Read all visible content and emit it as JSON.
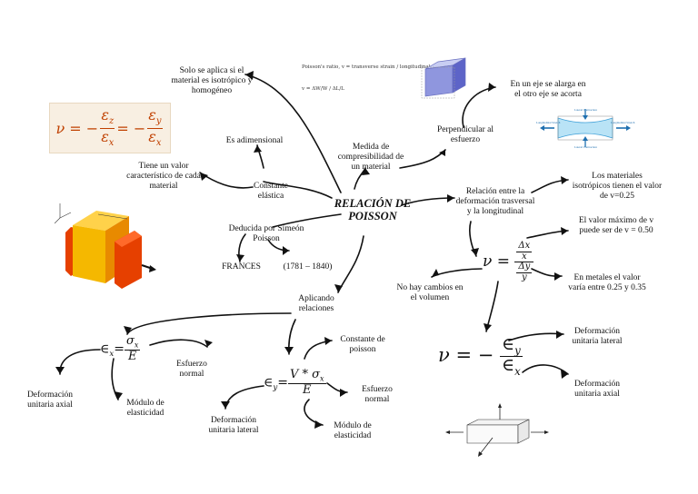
{
  "center": {
    "line1": "RELACIÓN DE",
    "line2": "POISSON"
  },
  "nodes": {
    "isotropic": {
      "l1": "Solo se aplica si el",
      "l2": "material es isotrópico y",
      "l3": "homogéneo"
    },
    "adim": "Es adimensional",
    "value": {
      "l1": "Tiene un valor",
      "l2": "característico de cada",
      "l3": "material"
    },
    "const": {
      "l1": "Constante",
      "l2": "elástica"
    },
    "compres": {
      "l1": "Medida de",
      "l2": "compresibilidad de",
      "l3": "un material"
    },
    "perp": {
      "l1": "Perpendicular al",
      "l2": "esfuerzo"
    },
    "stretch": {
      "l1": "En un eje se alarga en",
      "l2": "el otro eje se acorta"
    },
    "deduced": {
      "l1": "Deducida por Simeón",
      "l2": "Poisson"
    },
    "frances": "FRANCES",
    "years": "(1781 – 1840)",
    "relation": {
      "l1": "Relación entre la",
      "l2": "deformación trasversal",
      "l3": "y la longitudinal"
    },
    "iso_materials": {
      "l1": "Los materiales",
      "l2": "isotrópicos tienen el valor",
      "l3": "de v=0.25"
    },
    "max_value": {
      "l1": "El valor máximo de v",
      "l2": "puede ser de v = 0.50"
    },
    "no_change": {
      "l1": "No hay cambios en",
      "l2": "el volumen"
    },
    "metals": {
      "l1": "En metales el valor",
      "l2": "varía entre 0.25 y 0.35"
    },
    "applying": {
      "l1": "Aplicando",
      "l2": "relaciones"
    },
    "esf_normal_1": {
      "l1": "Esfuerzo",
      "l2": "normal"
    },
    "def_axial": {
      "l1": "Deformación",
      "l2": "unitaria axial"
    },
    "modulo_1": {
      "l1": "Módulo de",
      "l2": "elasticidad"
    },
    "const_poisson": {
      "l1": "Constante de",
      "l2": "poisson"
    },
    "esf_normal_2": {
      "l1": "Esfuerzo",
      "l2": "normal"
    },
    "def_lateral_1": {
      "l1": "Deformación",
      "l2": "unitaria lateral"
    },
    "modulo_2": {
      "l1": "Módulo de",
      "l2": "elasticidad"
    },
    "def_lateral_2": {
      "l1": "Deformación",
      "l2": "unitaria lateral"
    },
    "def_axial_2": {
      "l1": "Deformación",
      "l2": "unitaria axial"
    }
  },
  "formula_image": {
    "line1": "Poisson's ratio, v = transverse strain / longitudinal strain",
    "line2": "v = ΔW/W / ΔL/L"
  },
  "diagram_labels": {
    "long_stretch_left": "Longitudinal Stretch",
    "long_stretch_right": "Longitudinal Stretch",
    "lateral_top": "Lateral Contraction",
    "lateral_bottom": "Lateral Contraction"
  },
  "colors": {
    "cube_front": "#f5b800",
    "cube_side": "#e88a00",
    "cube_red": "#e64000",
    "accent_formula": "#c04000",
    "bar_blue": "#9aa4e0"
  }
}
